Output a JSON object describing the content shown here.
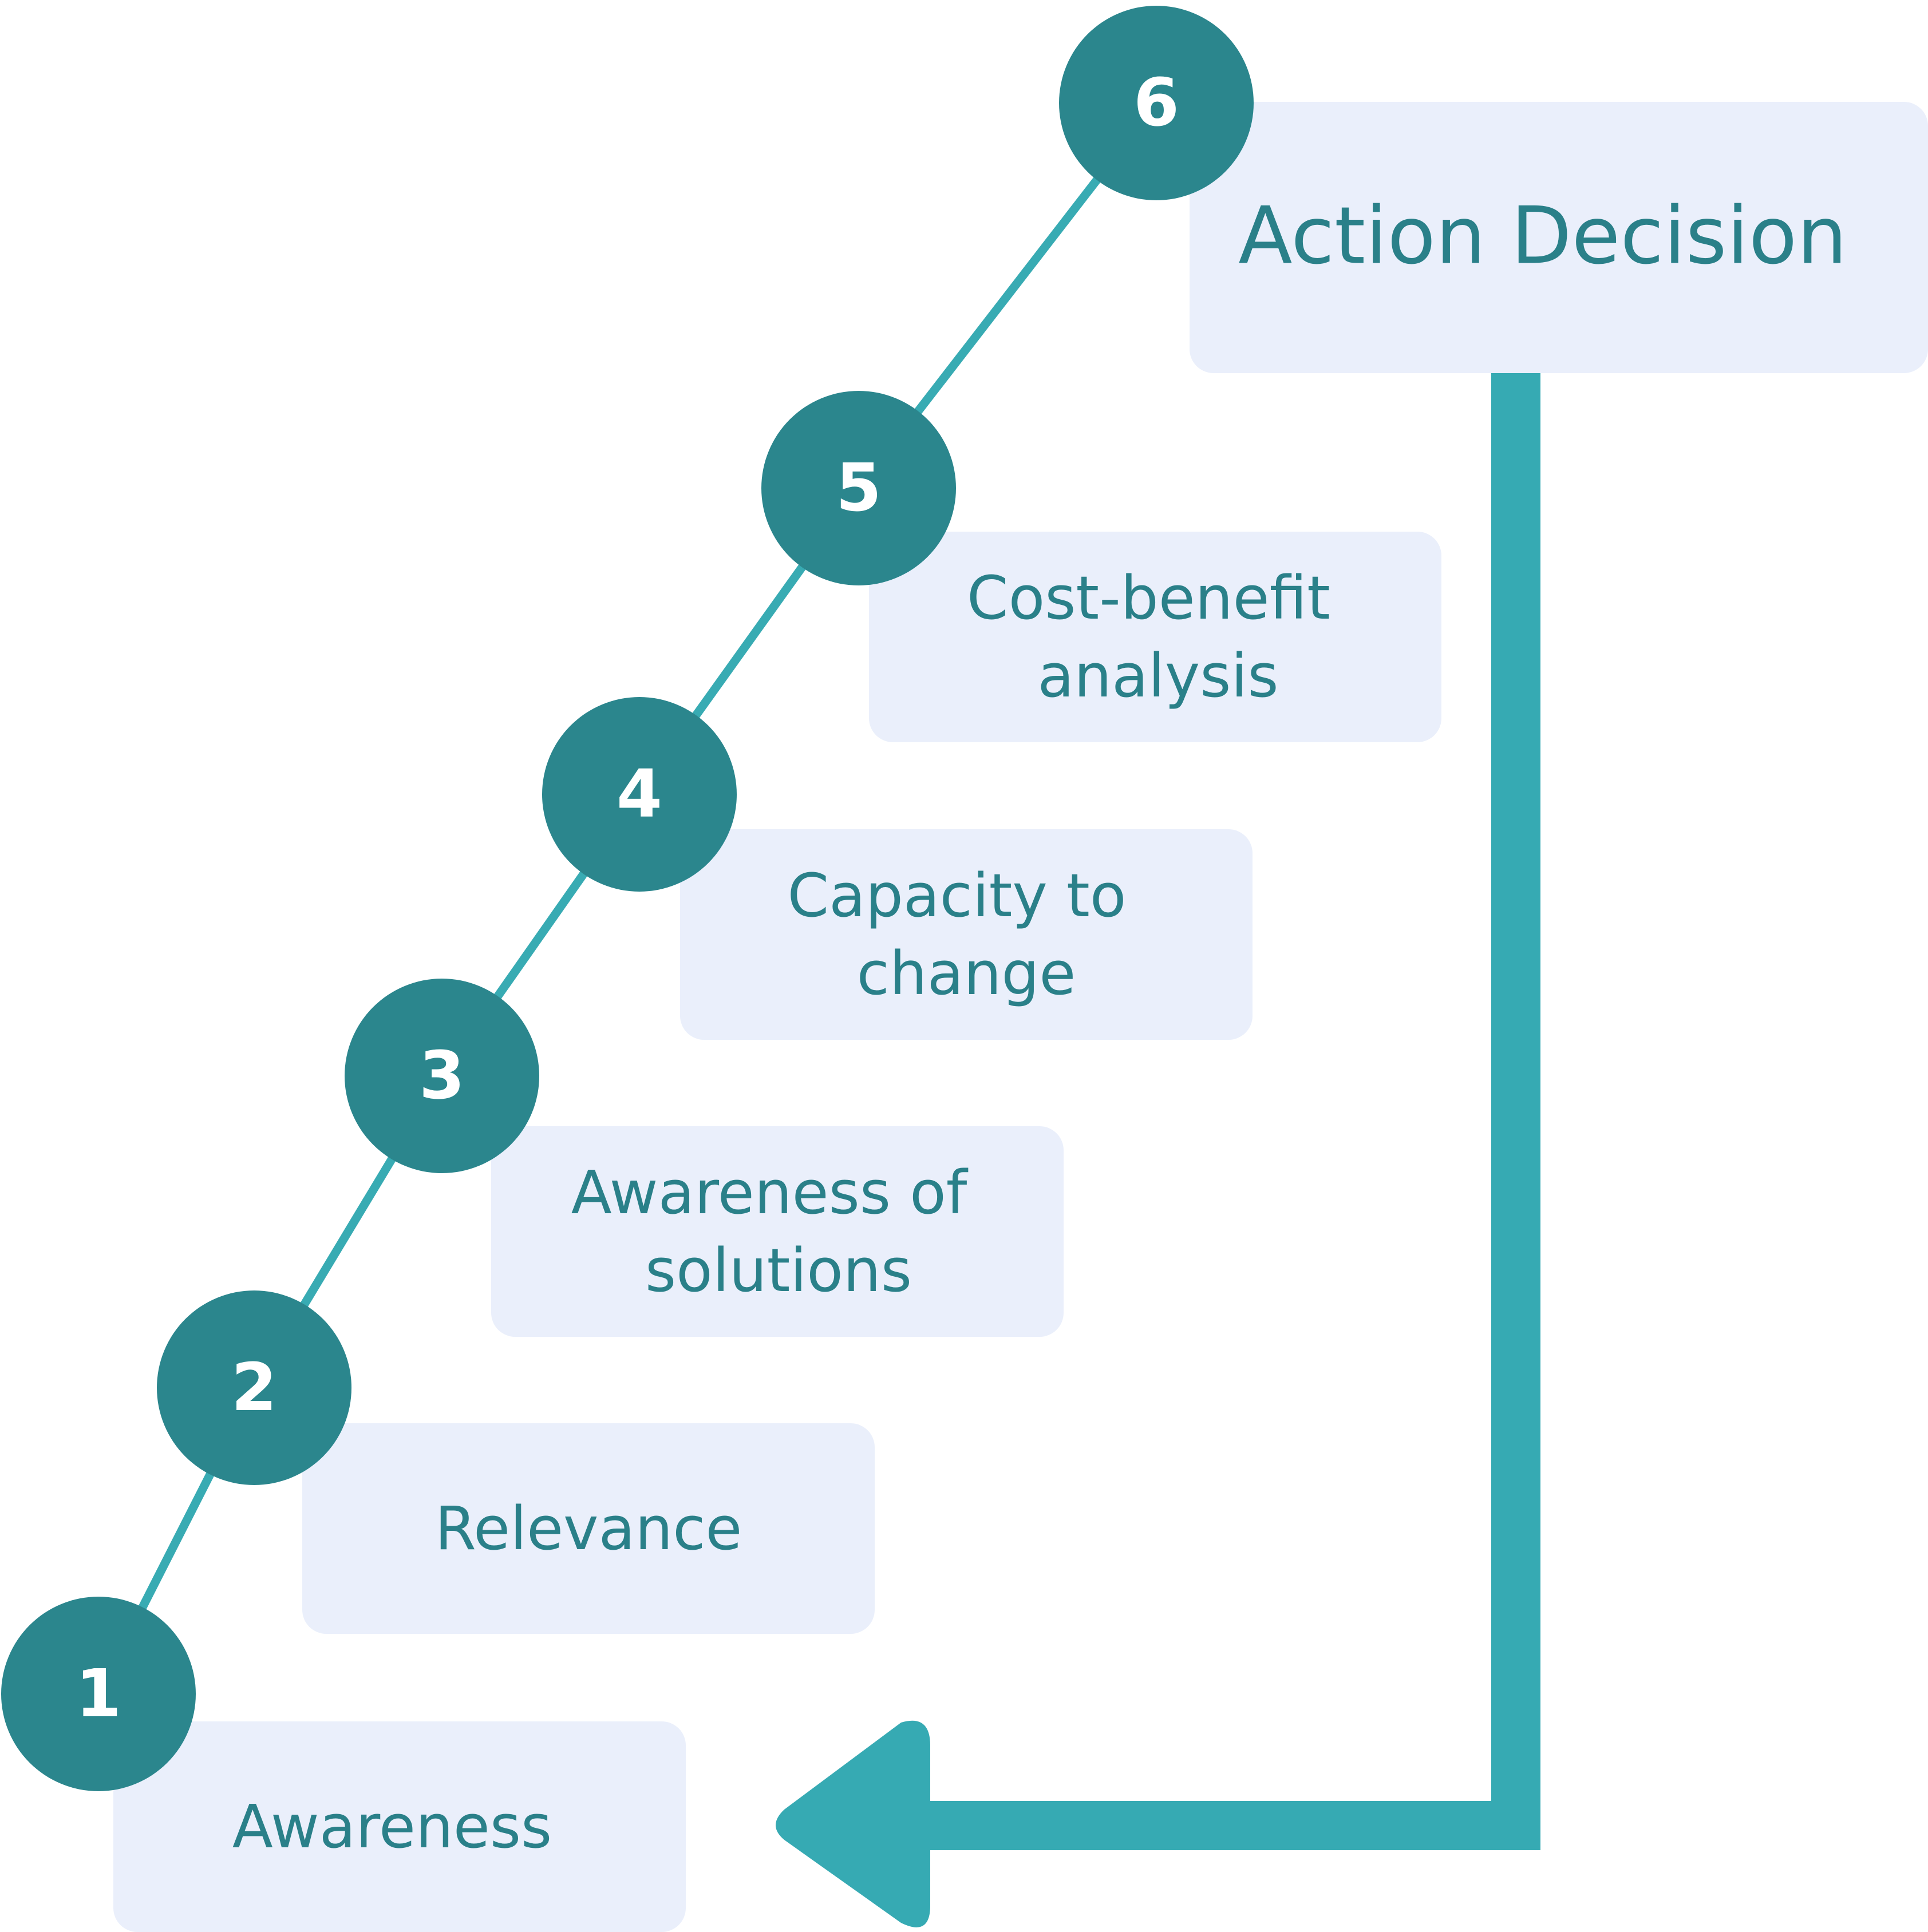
{
  "colors": {
    "circle_fill": "#2b868d",
    "connector_line": "#38abb3",
    "box_fill": "#eaeffb",
    "label_text": "#2a8089",
    "number_text": "#ffffff",
    "feedback_arrow": "#36aab3"
  },
  "stages": [
    {
      "number": "1",
      "label": "Awareness"
    },
    {
      "number": "2",
      "label": "Relevance"
    },
    {
      "number": "3",
      "label": "Awareness of solutions"
    },
    {
      "number": "4",
      "label": "Capacity to change"
    },
    {
      "number": "5",
      "label": "Cost-benefit analysis"
    },
    {
      "number": "6",
      "label": "Action Decision"
    }
  ]
}
